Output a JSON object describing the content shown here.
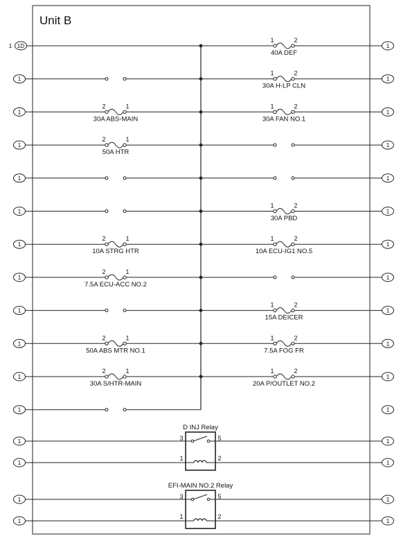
{
  "title": "Unit B",
  "top_left_prefix": "1",
  "top_left_connector": "1D",
  "connector_label": "1",
  "pin_left": "1",
  "pin_right": "2",
  "rows": [
    {
      "left": null,
      "right": {
        "label": "40A DEF",
        "pin_a": "1",
        "pin_b": "2"
      }
    },
    {
      "left": {
        "open": true
      },
      "right": {
        "label": "30A H-LP CLN",
        "pin_a": "1",
        "pin_b": "2"
      }
    },
    {
      "left": {
        "label": "30A ABS-MAIN",
        "pin_a": "2",
        "pin_b": "1"
      },
      "right": {
        "label": "30A FAN NO.1",
        "pin_a": "1",
        "pin_b": "2"
      }
    },
    {
      "left": {
        "label": "50A HTR",
        "pin_a": "2",
        "pin_b": "1"
      },
      "right": {
        "open": true
      }
    },
    {
      "left": {
        "open": true
      },
      "right": {
        "open": true
      }
    },
    {
      "left": {
        "open": true
      },
      "right": {
        "label": "30A PBD",
        "pin_a": "1",
        "pin_b": "2"
      }
    },
    {
      "left": {
        "label": "10A STRG HTR",
        "pin_a": "2",
        "pin_b": "1"
      },
      "right": {
        "label": "10A ECU-IG1 NO.5",
        "pin_a": "1",
        "pin_b": "2"
      }
    },
    {
      "left": {
        "label": "7.5A ECU-ACC NO.2",
        "pin_a": "2",
        "pin_b": "1"
      },
      "right": {
        "open": true
      }
    },
    {
      "left": {
        "open": true
      },
      "right": {
        "label": "15A DEICER",
        "pin_a": "1",
        "pin_b": "2"
      }
    },
    {
      "left": {
        "label": "50A ABS MTR NO.1",
        "pin_a": "2",
        "pin_b": "1"
      },
      "right": {
        "label": "7.5A FOG FR",
        "pin_a": "1",
        "pin_b": "2"
      }
    },
    {
      "left": {
        "label": "30A S/HTR-MAIN",
        "pin_a": "2",
        "pin_b": "1"
      },
      "right": {
        "label": "20A P/OUTLET NO.2",
        "pin_a": "1",
        "pin_b": "2"
      }
    },
    {
      "left": {
        "open": true
      },
      "right": null
    }
  ],
  "relays": [
    {
      "name": "D INJ Relay",
      "pin_3": "3",
      "pin_5": "5",
      "pin_1": "1",
      "pin_2": "2"
    },
    {
      "name": "EFI-MAIN NO.2 Relay",
      "pin_3": "3",
      "pin_5": "5",
      "pin_1": "1",
      "pin_2": "2"
    }
  ]
}
